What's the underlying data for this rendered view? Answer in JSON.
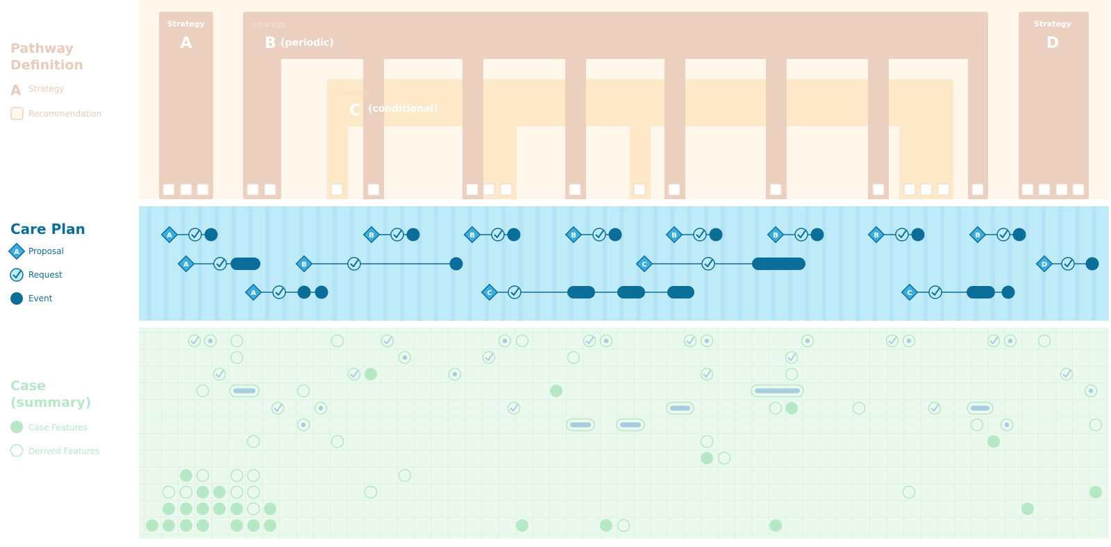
{
  "pathway": {
    "title_line1": "Pathway",
    "title_line2": "Definition",
    "legend_strategy_glyph": "A",
    "legend_strategy": "Strategy",
    "legend_recommendation": "Recommendation",
    "strategies": [
      {
        "small": "Strategy",
        "big": "A",
        "suffix": ""
      },
      {
        "small": "Strategy",
        "big": "B",
        "suffix": "(periodic)"
      },
      {
        "small": "Strategy",
        "big": "C",
        "suffix": "(conditional)"
      },
      {
        "small": "Strategy",
        "big": "D",
        "suffix": ""
      }
    ]
  },
  "careplan": {
    "title": "Care Plan",
    "legend_proposal_glyph": "A",
    "legend_proposal": "Proposal",
    "legend_request": "Request",
    "legend_event": "Event",
    "marker_letters": [
      "A",
      "B",
      "C",
      "D"
    ]
  },
  "case": {
    "title_line1": "Case",
    "title_line2": "(summary)",
    "legend_features": "Case Features",
    "legend_derived": "Derived Features"
  },
  "colors": {
    "pathway_bg": "#fff6ec",
    "strategy_brown": "#ebcfbf",
    "strategy_orange": "#fde8c8",
    "careplan_bg": "#bfeaf8",
    "careplan_dark": "#0b6e99",
    "careplan_mid": "#3aaee0",
    "case_bg": "#eaf8ee",
    "case_green": "#b6e8c6"
  }
}
